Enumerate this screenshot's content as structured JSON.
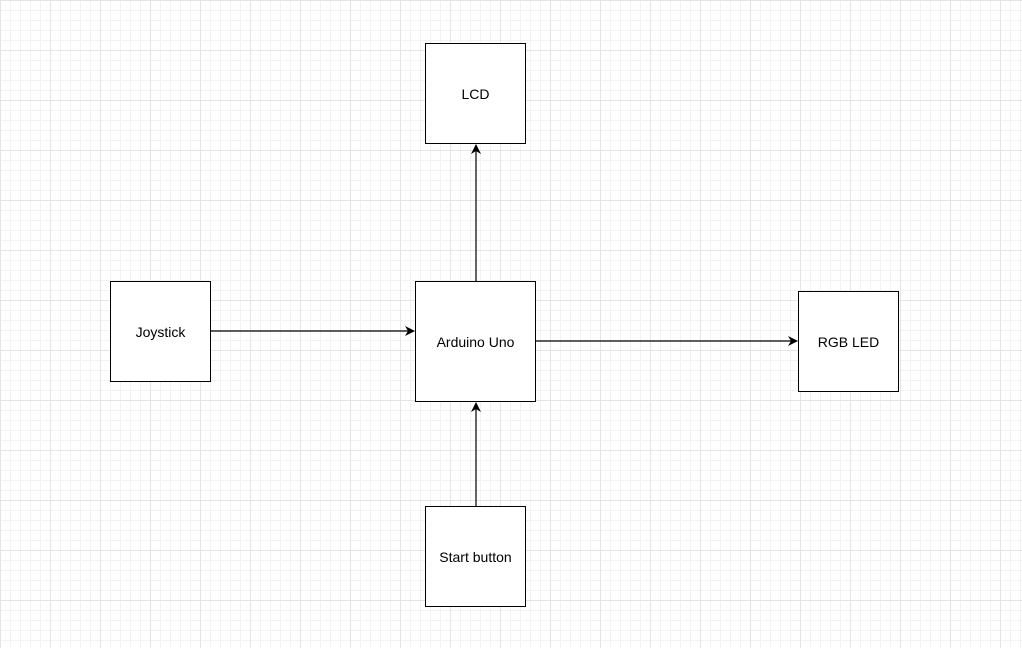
{
  "diagram": {
    "nodes": {
      "lcd": {
        "label": "LCD"
      },
      "joystick": {
        "label": "Joystick"
      },
      "arduino": {
        "label": "Arduino Uno"
      },
      "rgb_led": {
        "label": "RGB LED"
      },
      "start_button": {
        "label": "Start button"
      }
    },
    "edges": [
      {
        "from": "Arduino Uno",
        "to": "LCD"
      },
      {
        "from": "Joystick",
        "to": "Arduino Uno"
      },
      {
        "from": "Arduino Uno",
        "to": "RGB LED"
      },
      {
        "from": "Start button",
        "to": "Arduino Uno"
      }
    ],
    "colors": {
      "stroke": "#000000",
      "node_fill": "#ffffff",
      "grid": "#e4e4e4",
      "background": "#ffffff"
    }
  }
}
